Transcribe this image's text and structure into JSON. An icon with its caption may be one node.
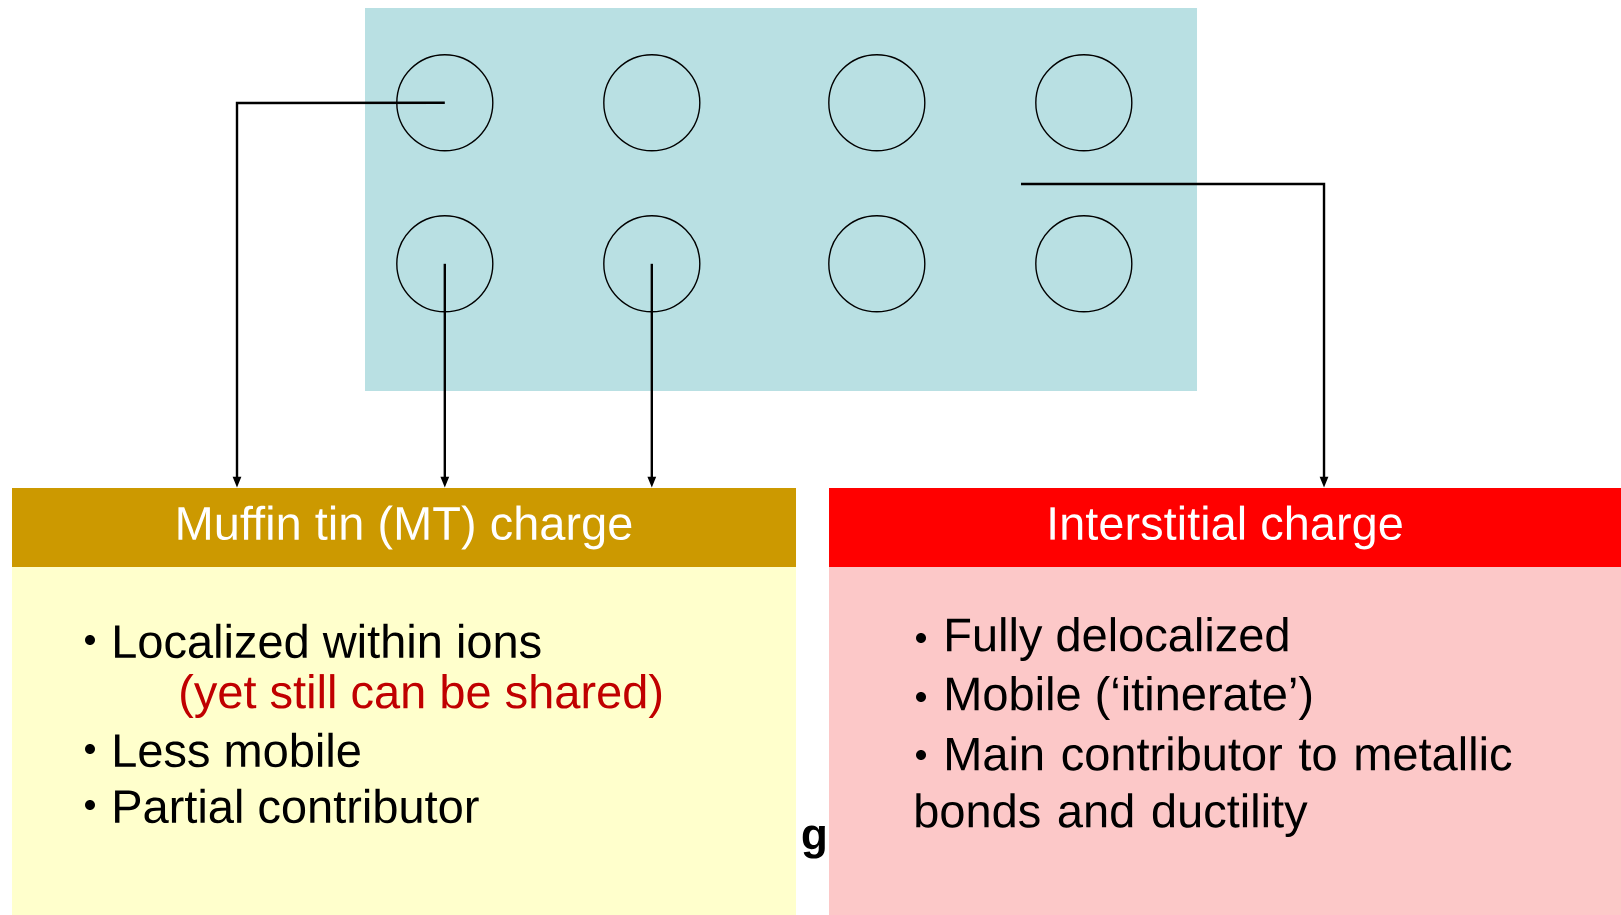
{
  "diagram": {
    "nodes": [
      {
        "text": [],
        "shape": "box"
      },
      {
        "text": [],
        "shape": "circle",
        "in": 0
      },
      {
        "text": [],
        "shape": "circle",
        "in": 0
      },
      {
        "text": [],
        "shape": "circle",
        "in": 0
      },
      {
        "text": [],
        "shape": "circle",
        "in": 0
      },
      {
        "text": [],
        "shape": "circle",
        "in": 0
      },
      {
        "text": [],
        "shape": "circle",
        "in": 0
      },
      {
        "text": [],
        "shape": "circle",
        "in": 0
      },
      {
        "text": [],
        "shape": "circle",
        "in": 0
      },
      {
        "text": [
          "Muffin tin (MT) charge",
          "Localized within ions",
          "(yet still can be shared)",
          "Less mobile",
          "Partial contributor"
        ]
      },
      {
        "text": [
          "Interstitial charge",
          "Fully delocalized",
          "Mobile (‘itinerate’)",
          "Main contributor to metallic bonds and ductility"
        ]
      }
    ],
    "edges": [
      {
        "from": 1,
        "to": 9,
        "arrow": "to"
      },
      {
        "from": 5,
        "to": 9,
        "arrow": "to"
      },
      {
        "from": 6,
        "to": 9,
        "arrow": "to"
      },
      {
        "from": null,
        "to": 10,
        "arrow": "to"
      }
    ],
    "labels": [
      "g"
    ]
  }
}
